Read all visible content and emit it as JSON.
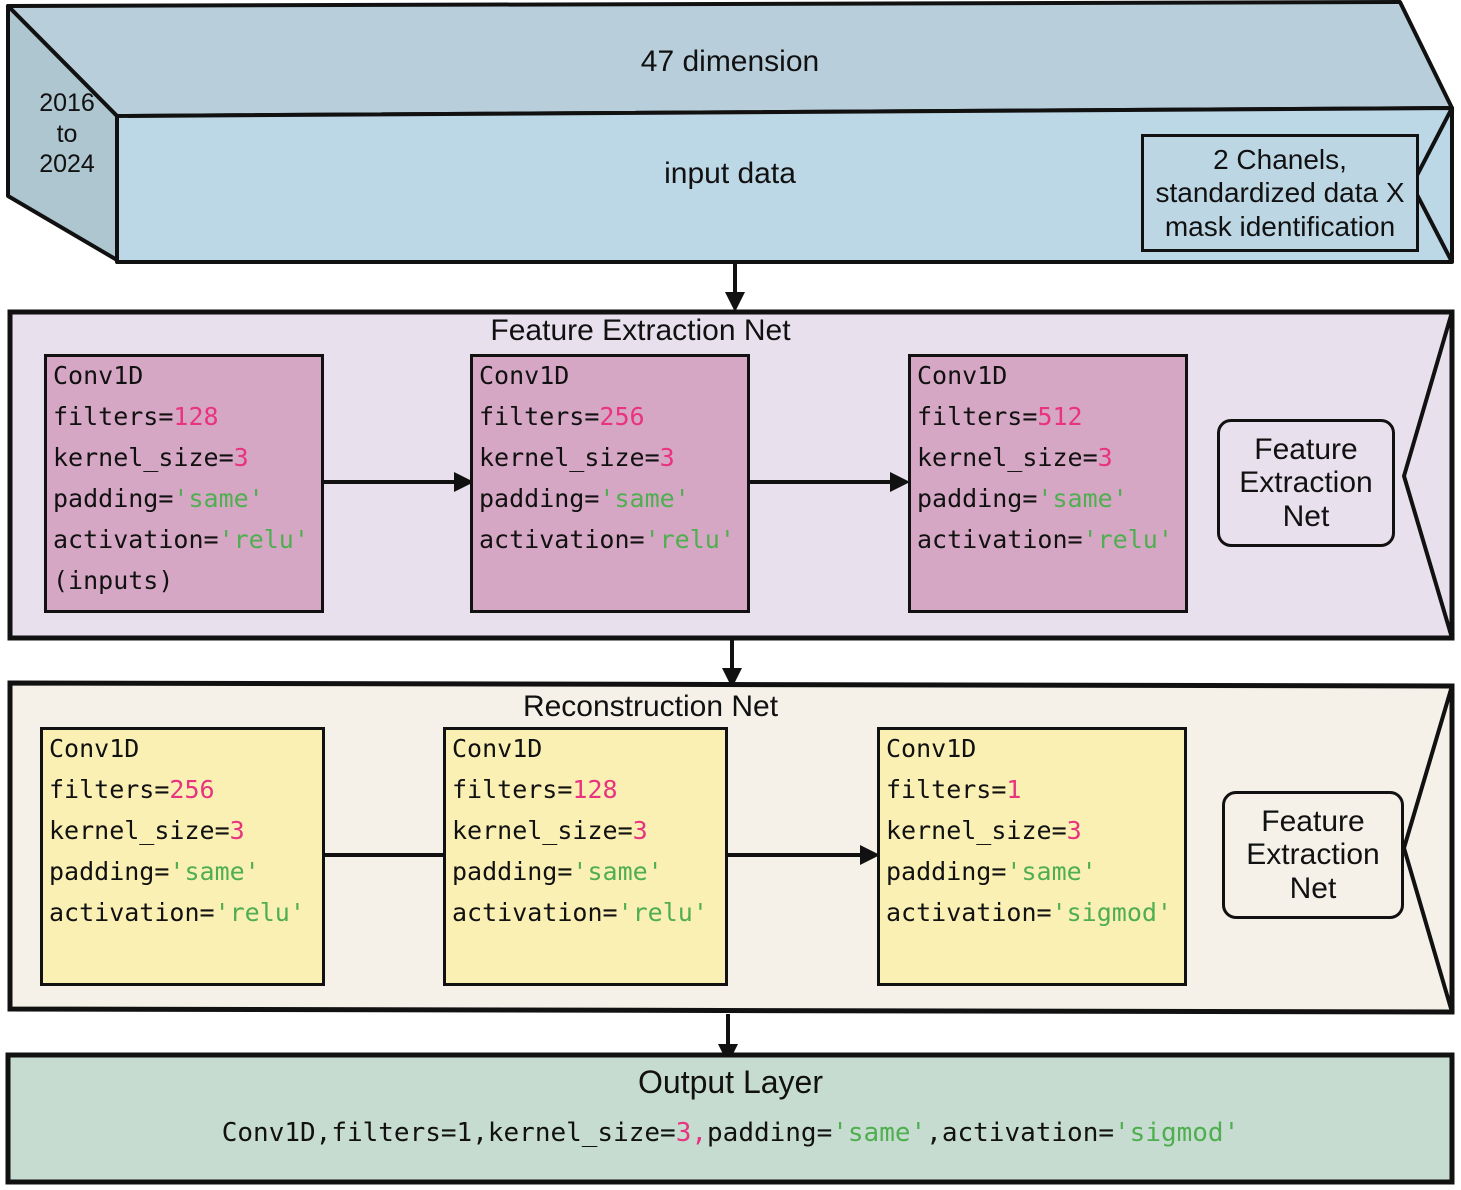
{
  "colors": {
    "input_front": "#bcd7e6",
    "input_left": "#aec6d0",
    "input_top": "#b8cfdb",
    "feature_panel": "#e9e0ee",
    "reconstruction_panel": "#f5f1e9",
    "output_panel": "#c7dcd0",
    "conv_feature": "#d6a7c4",
    "conv_reconstruction": "#faf0b4",
    "number": "#e8337f",
    "string": "#4fae4f",
    "stroke": "#111111"
  },
  "input_block": {
    "name": "input-data-cube",
    "top_label": "47 dimension",
    "front_label": "input data",
    "side_label_lines": [
      "2016",
      "to",
      "2024"
    ],
    "note_lines": [
      "2 Chanels,",
      "standardized data X",
      "mask identification"
    ]
  },
  "feature_net": {
    "title": "Feature Extraction Net",
    "badge_lines": [
      "Feature",
      "Extraction",
      "Net"
    ],
    "layers": [
      {
        "name": "conv1d-128",
        "lines": [
          {
            "text": "Conv1D",
            "parts": [
              {
                "t": "Conv1D",
                "c": "plain"
              }
            ]
          },
          {
            "text": "filters=128",
            "parts": [
              {
                "t": "filters=",
                "c": "plain"
              },
              {
                "t": "128",
                "c": "num"
              }
            ]
          },
          {
            "text": "kernel_size=3",
            "parts": [
              {
                "t": "kernel_size=",
                "c": "plain"
              },
              {
                "t": "3",
                "c": "num"
              }
            ]
          },
          {
            "text": "padding='same'",
            "parts": [
              {
                "t": "padding=",
                "c": "plain"
              },
              {
                "t": "'same'",
                "c": "str"
              }
            ]
          },
          {
            "text": "activation='relu'",
            "parts": [
              {
                "t": "activation=",
                "c": "plain"
              },
              {
                "t": "'relu'",
                "c": "str"
              }
            ]
          },
          {
            "text": "(inputs)",
            "parts": [
              {
                "t": "(inputs)",
                "c": "plain"
              }
            ]
          }
        ]
      },
      {
        "name": "conv1d-256",
        "lines": [
          {
            "text": "Conv1D",
            "parts": [
              {
                "t": "Conv1D",
                "c": "plain"
              }
            ]
          },
          {
            "text": "filters=256",
            "parts": [
              {
                "t": "filters=",
                "c": "plain"
              },
              {
                "t": "256",
                "c": "num"
              }
            ]
          },
          {
            "text": "kernel_size=3",
            "parts": [
              {
                "t": "kernel_size=",
                "c": "plain"
              },
              {
                "t": "3",
                "c": "num"
              }
            ]
          },
          {
            "text": "padding='same'",
            "parts": [
              {
                "t": "padding=",
                "c": "plain"
              },
              {
                "t": "'same'",
                "c": "str"
              }
            ]
          },
          {
            "text": "activation='relu'",
            "parts": [
              {
                "t": "activation=",
                "c": "plain"
              },
              {
                "t": "'relu'",
                "c": "str"
              }
            ]
          }
        ]
      },
      {
        "name": "conv1d-512",
        "lines": [
          {
            "text": "Conv1D",
            "parts": [
              {
                "t": "Conv1D",
                "c": "plain"
              }
            ]
          },
          {
            "text": "filters=512",
            "parts": [
              {
                "t": "filters=",
                "c": "plain"
              },
              {
                "t": "512",
                "c": "num"
              }
            ]
          },
          {
            "text": "kernel_size=3",
            "parts": [
              {
                "t": "kernel_size=",
                "c": "plain"
              },
              {
                "t": "3",
                "c": "num"
              }
            ]
          },
          {
            "text": "padding='same'",
            "parts": [
              {
                "t": "padding=",
                "c": "plain"
              },
              {
                "t": "'same'",
                "c": "str"
              }
            ]
          },
          {
            "text": "activation='relu'",
            "parts": [
              {
                "t": "activation=",
                "c": "plain"
              },
              {
                "t": "'relu'",
                "c": "str"
              }
            ]
          }
        ]
      }
    ]
  },
  "reconstruction_net": {
    "title": "Reconstruction Net",
    "badge_lines": [
      "Feature",
      "Extraction",
      "Net"
    ],
    "layers": [
      {
        "name": "conv1d-256",
        "lines": [
          {
            "text": "Conv1D",
            "parts": [
              {
                "t": "Conv1D",
                "c": "plain"
              }
            ]
          },
          {
            "text": "filters=256",
            "parts": [
              {
                "t": "filters=",
                "c": "plain"
              },
              {
                "t": "256",
                "c": "num"
              }
            ]
          },
          {
            "text": "kernel_size=3",
            "parts": [
              {
                "t": "kernel_size=",
                "c": "plain"
              },
              {
                "t": "3",
                "c": "num"
              }
            ]
          },
          {
            "text": "padding='same'",
            "parts": [
              {
                "t": "padding=",
                "c": "plain"
              },
              {
                "t": "'same'",
                "c": "str"
              }
            ]
          },
          {
            "text": "activation='relu'",
            "parts": [
              {
                "t": "activation=",
                "c": "plain"
              },
              {
                "t": "'relu'",
                "c": "str"
              }
            ]
          }
        ]
      },
      {
        "name": "conv1d-128",
        "lines": [
          {
            "text": "Conv1D",
            "parts": [
              {
                "t": "Conv1D",
                "c": "plain"
              }
            ]
          },
          {
            "text": "filters=128",
            "parts": [
              {
                "t": "filters=",
                "c": "plain"
              },
              {
                "t": "128",
                "c": "num"
              }
            ]
          },
          {
            "text": "kernel_size=3",
            "parts": [
              {
                "t": "kernel_size=",
                "c": "plain"
              },
              {
                "t": "3",
                "c": "num"
              }
            ]
          },
          {
            "text": "padding='same'",
            "parts": [
              {
                "t": "padding=",
                "c": "plain"
              },
              {
                "t": "'same'",
                "c": "str"
              }
            ]
          },
          {
            "text": "activation='relu'",
            "parts": [
              {
                "t": "activation=",
                "c": "plain"
              },
              {
                "t": "'relu'",
                "c": "str"
              }
            ]
          }
        ]
      },
      {
        "name": "conv1d-1",
        "lines": [
          {
            "text": "Conv1D",
            "parts": [
              {
                "t": "Conv1D",
                "c": "plain"
              }
            ]
          },
          {
            "text": "filters=1",
            "parts": [
              {
                "t": "filters=",
                "c": "plain"
              },
              {
                "t": "1",
                "c": "num"
              }
            ]
          },
          {
            "text": "kernel_size=3",
            "parts": [
              {
                "t": "kernel_size=",
                "c": "plain"
              },
              {
                "t": "3",
                "c": "num"
              }
            ]
          },
          {
            "text": "padding='same'",
            "parts": [
              {
                "t": "padding=",
                "c": "plain"
              },
              {
                "t": "'same'",
                "c": "str"
              }
            ]
          },
          {
            "text": "activation='sigmod'",
            "parts": [
              {
                "t": "activation=",
                "c": "plain"
              },
              {
                "t": "'sigmod'",
                "c": "str"
              }
            ]
          }
        ]
      }
    ]
  },
  "output_layer": {
    "title": "Output Layer",
    "code_parts": [
      {
        "t": "Conv1D,filters=1,kernel_size=",
        "c": "plain"
      },
      {
        "t": "3,",
        "c": "num"
      },
      {
        "t": "padding=",
        "c": "plain"
      },
      {
        "t": "'same'",
        "c": "str"
      },
      {
        "t": ",activation=",
        "c": "plain"
      },
      {
        "t": "'sigmod'",
        "c": "str"
      }
    ]
  }
}
